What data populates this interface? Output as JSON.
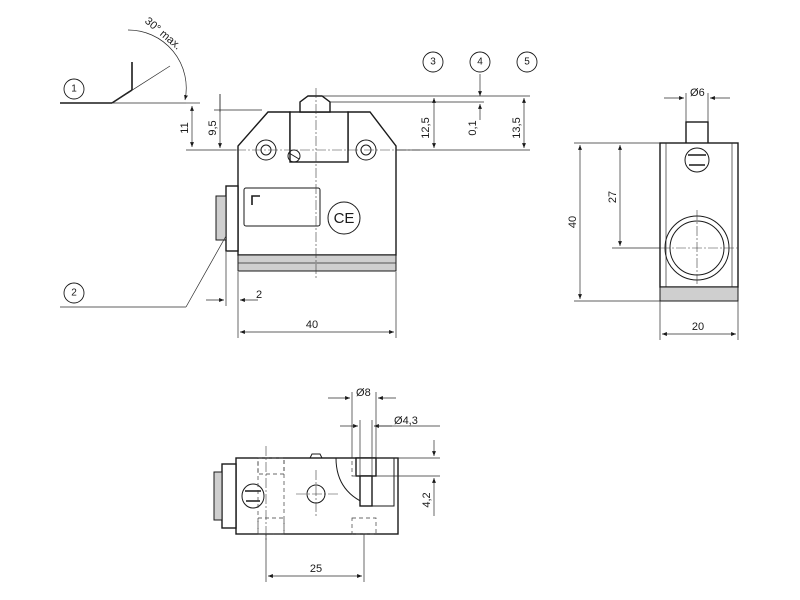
{
  "callouts": {
    "c1": "1",
    "c2": "2",
    "c3": "3",
    "c4": "4",
    "c5": "5"
  },
  "front_view": {
    "angle_label": "30° max.",
    "dim_11": "11",
    "dim_9_5": "9,5",
    "dim_12_5": "12,5",
    "dim_0_1": "0,1",
    "dim_13_5": "13,5",
    "dim_2": "2",
    "dim_40": "40",
    "ce_mark": "CE"
  },
  "side_view": {
    "dim_dia6": "6",
    "dim_27": "27",
    "dim_40": "40",
    "dim_20": "20"
  },
  "bottom_view": {
    "dim_dia8": "8",
    "dim_dia4_3": "4,3",
    "dim_4_2": "4,2",
    "dim_25": "25"
  },
  "symbols": {
    "diameter": "Ø"
  }
}
